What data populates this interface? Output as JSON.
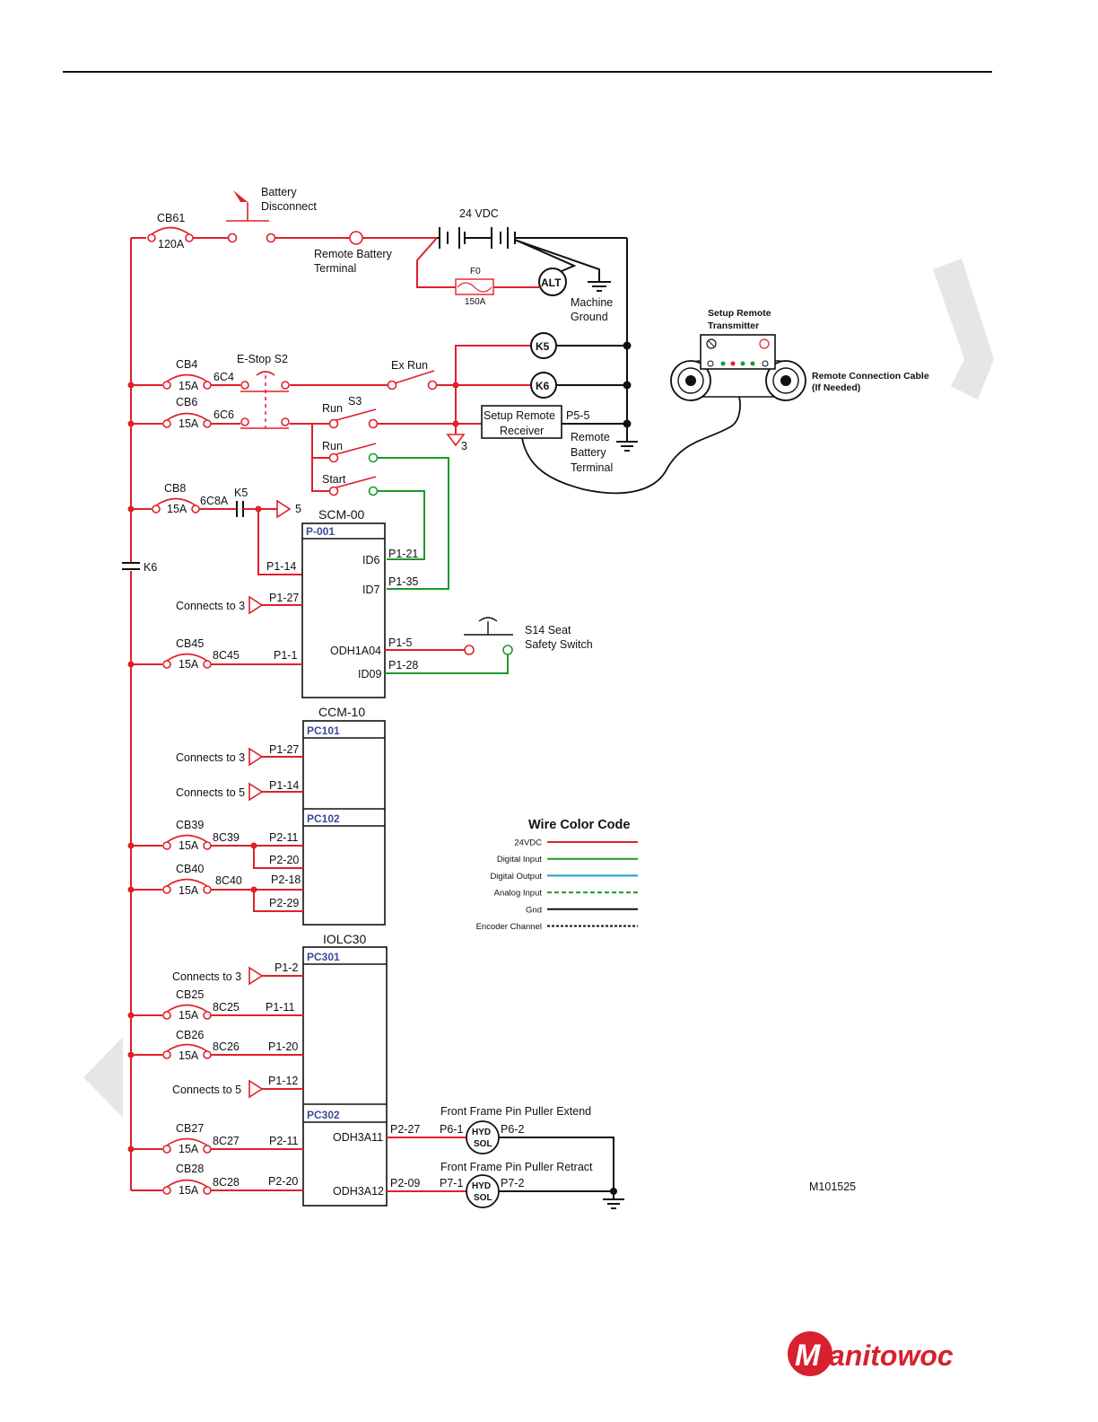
{
  "battery": {
    "label1": "Battery",
    "label2": "Disconnect",
    "voltage": "24 VDC",
    "remote_terminal_1": "Remote Battery",
    "remote_terminal_2": "Terminal"
  },
  "fuse": {
    "name": "F0",
    "rating": "150A"
  },
  "alternator": "ALT",
  "machine_ground": {
    "l1": "Machine",
    "l2": "Ground"
  },
  "cb61": {
    "name": "CB61",
    "rating": "120A"
  },
  "estop": "E-Stop S2",
  "cb4": {
    "name": "CB4",
    "rating": "15A",
    "wire": "6C4"
  },
  "cb6": {
    "name": "CB6",
    "rating": "15A",
    "wire": "6C6"
  },
  "ex_run": "Ex Run",
  "k5": "K5",
  "k6": "K6",
  "s3": "S3",
  "run": "Run",
  "start": "Start",
  "receiver": {
    "l1": "Setup Remote",
    "l2": "Receiver",
    "pin": "P5-5"
  },
  "receiver_ground": {
    "l1": "Remote",
    "l2": "Battery",
    "l3": "Terminal"
  },
  "transmitter": {
    "l1": "Setup Remote",
    "l2": "Transmitter",
    "cable1": "Remote Connection Cable",
    "cable2": "(If Needed)"
  },
  "flag3": "3",
  "flag5": "5",
  "cb8": {
    "name": "CB8",
    "rating": "15A",
    "wire": "6C8A",
    "contact": "K5"
  },
  "k6_contact": "K6",
  "scm": {
    "title": "SCM-00",
    "conn": "P-001",
    "p1_14": "P1-14",
    "p1_27": "P1-27",
    "p1_1": "P1-1",
    "id6": "ID6",
    "id7": "ID7",
    "odh": "ODH1A04",
    "id09": "ID09",
    "p1_21": "P1-21",
    "p1_35": "P1-35",
    "p1_5": "P1-5",
    "p1_28": "P1-28"
  },
  "connects_to_3": "Connects to 3",
  "connects_to_5": "Connects to 5",
  "cb45": {
    "name": "CB45",
    "rating": "15A",
    "wire": "8C45"
  },
  "seat_switch": {
    "l1": "S14 Seat",
    "l2": "Safety Switch"
  },
  "ccm": {
    "title": "CCM-10",
    "conn1": "PC101",
    "conn2": "PC102",
    "p1_27": "P1-27",
    "p1_14": "P1-14",
    "p2_11": "P2-11",
    "p2_20": "P2-20",
    "p2_18": "P2-18",
    "p2_29": "P2-29"
  },
  "cb39": {
    "name": "CB39",
    "rating": "15A",
    "wire": "8C39"
  },
  "cb40": {
    "name": "CB40",
    "rating": "15A",
    "wire": "8C40"
  },
  "iolc": {
    "title": "IOLC30",
    "conn1": "PC301",
    "conn2": "PC302",
    "p1_2": "P1-2",
    "p1_11": "P1-11",
    "p1_20": "P1-20",
    "p1_12": "P1-12",
    "p2_11": "P2-11",
    "p2_20": "P2-20",
    "odh11": "ODH3A11",
    "odh12": "ODH3A12",
    "p2_27": "P2-27",
    "p2_09": "P2-09"
  },
  "cb25": {
    "name": "CB25",
    "rating": "15A",
    "wire": "8C25"
  },
  "cb26": {
    "name": "CB26",
    "rating": "15A",
    "wire": "8C26"
  },
  "cb27": {
    "name": "CB27",
    "rating": "15A",
    "wire": "8C27"
  },
  "cb28": {
    "name": "CB28",
    "rating": "15A",
    "wire": "8C28"
  },
  "extend": {
    "title": "Front Frame Pin Puller Extend",
    "p_in": "P6-1",
    "p_out": "P6-2"
  },
  "retract": {
    "title": "Front Frame Pin Puller Retract",
    "p_in": "P7-1",
    "p_out": "P7-2"
  },
  "sol": {
    "l1": "HYD",
    "l2": "SOL"
  },
  "legend": {
    "title": "Wire Color Code",
    "items": [
      {
        "label": "24VDC",
        "color": "#e0202a",
        "style": "solid"
      },
      {
        "label": "Digital Input",
        "color": "#1d9a2a",
        "style": "solid"
      },
      {
        "label": "Digital Output",
        "color": "#1aa0c8",
        "style": "solid"
      },
      {
        "label": "Analog Input",
        "color": "#1d9a2a",
        "style": "dashed"
      },
      {
        "label": "Gnd",
        "color": "#111111",
        "style": "solid"
      },
      {
        "label": "Encoder Channel",
        "color": "#111111",
        "style": "dotted"
      }
    ]
  },
  "figure_id": "M101525",
  "logo": "Manitowoc"
}
